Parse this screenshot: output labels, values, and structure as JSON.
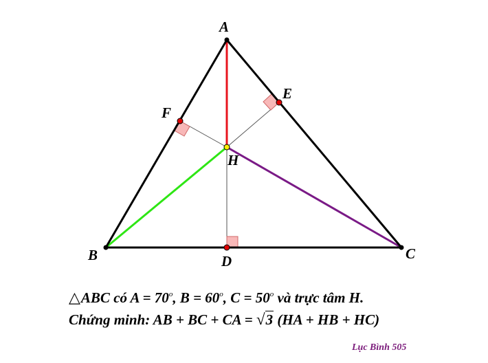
{
  "figure": {
    "labels": {
      "A": "A",
      "B": "B",
      "C": "C",
      "D": "D",
      "E": "E",
      "F": "F",
      "H": "H"
    },
    "colors": {
      "sides": "#000000",
      "HA": "#e8141e",
      "HB": "#2ee614",
      "HC": "#7a1a86",
      "altitudes": "#555555",
      "right_angle_fill": "#f8b8b8",
      "right_angle_stroke": "#d06868",
      "foot_points": "#e00000",
      "orthocenter": "#ffee00"
    }
  },
  "statement": {
    "line1": {
      "triangle": "ABC",
      "text_a": " có A = 70",
      "text_b": ", B = 60",
      "text_c": ", C = 50",
      "text_d": " và trực tâm H.",
      "degree": "o"
    },
    "line2": {
      "prefix": "Chứng minh:  AB + BC + CA = ",
      "radicand": "3",
      "suffix": " (HA + HB + HC)"
    }
  },
  "signature": "Lục Bình 505"
}
